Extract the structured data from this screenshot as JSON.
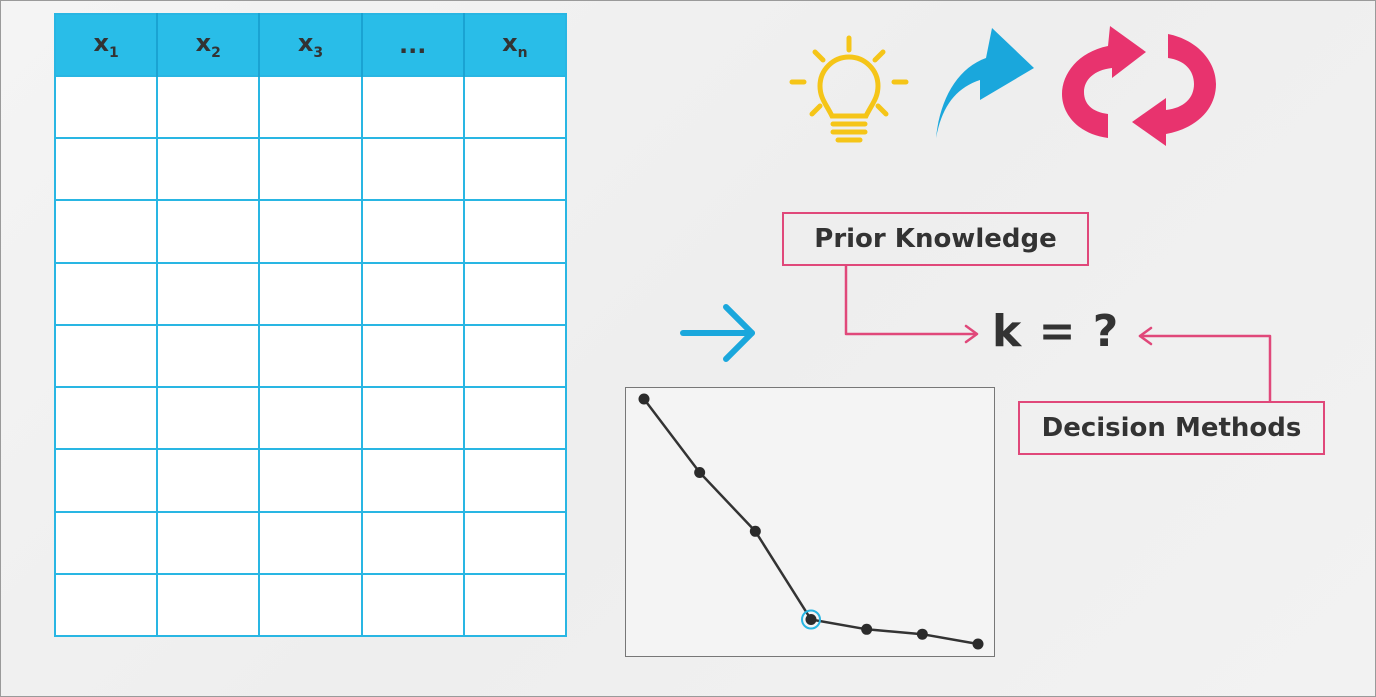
{
  "table": {
    "headers": [
      {
        "base": "x",
        "sub": "1"
      },
      {
        "base": "x",
        "sub": "2"
      },
      {
        "base": "x",
        "sub": "3"
      },
      {
        "base": "...",
        "sub": ""
      },
      {
        "base": "x",
        "sub": "n"
      }
    ],
    "row_count": 9,
    "header_color": "#29bde8",
    "grid_color": "#29b6e3"
  },
  "icons": [
    {
      "name": "lightbulb-icon",
      "color": "#f5c518"
    },
    {
      "name": "up-arrow-icon",
      "color": "#1aa7dc"
    },
    {
      "name": "refresh-cycle-icon",
      "color": "#e8336e"
    }
  ],
  "labels": {
    "prior_knowledge": "Prior Knowledge",
    "decision_methods": "Decision Methods",
    "k_equation": "k = ?"
  },
  "accent_colors": {
    "box_border": "#e0487a",
    "arrow": "#1aa7dc",
    "highlight_ring": "#29b6e3"
  },
  "chart_data": {
    "type": "line",
    "x": [
      1,
      2,
      3,
      4,
      5,
      6,
      7
    ],
    "values": [
      100,
      70,
      46,
      10,
      6,
      4,
      0
    ],
    "highlight_index": 3,
    "title": "",
    "xlabel": "",
    "ylabel": "",
    "grid": false
  }
}
